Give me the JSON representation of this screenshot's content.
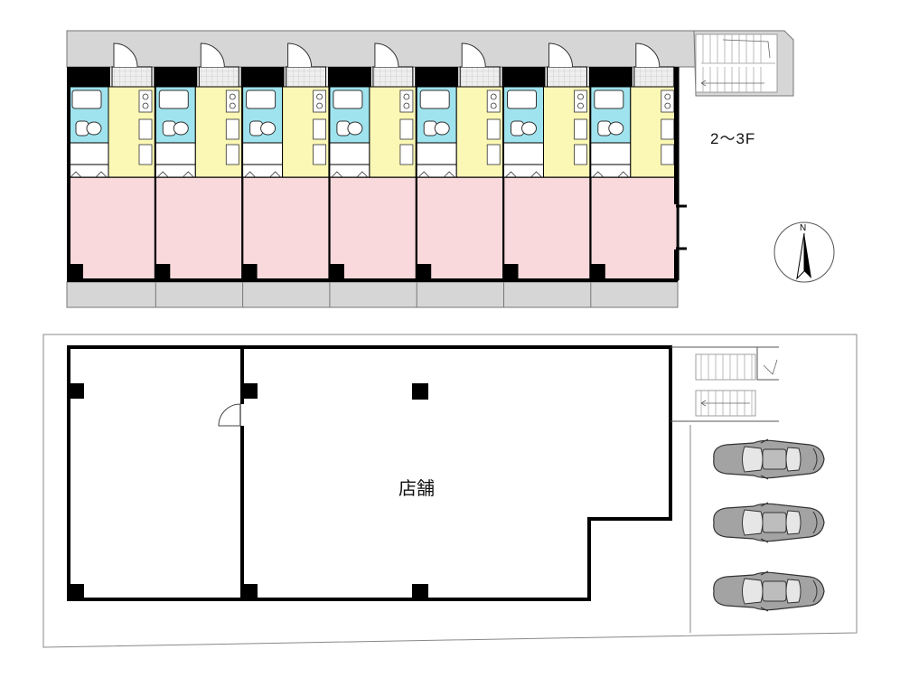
{
  "upper_floor": {
    "label": "2～3F",
    "unit_count": 7
  },
  "ground_floor": {
    "shop_label": "店舗",
    "parking_spaces": 3
  },
  "compass": {
    "north_letter": "N"
  },
  "colors": {
    "room": "#f9d9dc",
    "bath": "#9fe3ee",
    "kitchen": "#fbf7b5",
    "corridor": "#d6d6d6",
    "wall": "#000000"
  }
}
